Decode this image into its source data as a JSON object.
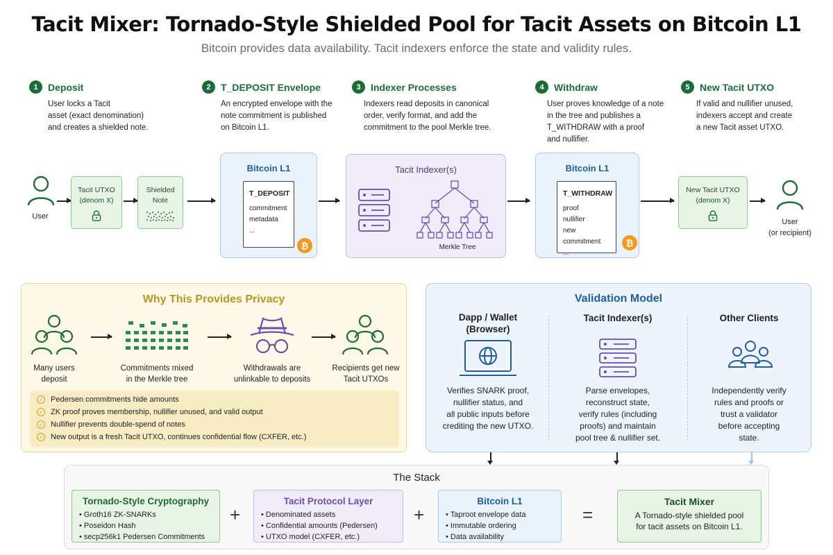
{
  "title": "Tacit Mixer: Tornado-Style Shielded Pool for Tacit Assets on Bitcoin L1",
  "subtitle": "Bitcoin provides data availability. Tacit indexers enforce the state and validity rules.",
  "steps": [
    {
      "num": "1",
      "title": "Deposit",
      "desc": [
        "User locks a Tacit",
        "asset (exact denomination)",
        "and creates a shielded note."
      ]
    },
    {
      "num": "2",
      "title": "T_DEPOSIT Envelope",
      "desc": [
        "An encrypted envelope with the",
        "note commitment is published",
        "on Bitcoin L1."
      ]
    },
    {
      "num": "3",
      "title": "Indexer Processes",
      "desc": [
        "Indexers read deposits in canonical",
        "order, verify format, and add the",
        "commitment to the pool Merkle tree."
      ]
    },
    {
      "num": "4",
      "title": "Withdraw",
      "desc": [
        "User proves knowledge of a note",
        "in the tree and publishes a",
        "T_WITHDRAW with a proof",
        "and nullifier."
      ]
    },
    {
      "num": "5",
      "title": "New Tacit UTXO",
      "desc": [
        "If valid and nullifier unused,",
        "indexers accept and create",
        "a new Tacit asset UTXO."
      ]
    }
  ],
  "flow": {
    "user_label": "User",
    "utxo_box": [
      "Tacit UTXO",
      "(denom X)"
    ],
    "note_box": [
      "Shielded",
      "Note"
    ],
    "btc1_title": "Bitcoin L1",
    "deposit_doc": {
      "title": "T_DEPOSIT",
      "lines": [
        "commitment",
        "metadata",
        "..."
      ]
    },
    "indexer_title": "Tacit Indexer(s)",
    "merkle_label": "Merkle Tree",
    "btc2_title": "Bitcoin L1",
    "withdraw_doc": {
      "title": "T_WITHDRAW",
      "lines": [
        "proof",
        "nullifier",
        "new commitment",
        "..."
      ]
    },
    "new_utxo_box": [
      "New Tacit UTXO",
      "(denom X)"
    ],
    "recipient_label": [
      "User",
      "(or recipient)"
    ],
    "btc_symbol": "₿"
  },
  "privacy": {
    "title": "Why This Provides Privacy",
    "captions": [
      [
        "Many users",
        "deposit"
      ],
      [
        "Commitments mixed",
        "in the Merkle tree"
      ],
      [
        "Withdrawals are",
        "unlinkable to deposits"
      ],
      [
        "Recipients get new",
        "Tacit UTXOs"
      ]
    ],
    "bullets": [
      "Pedersen commitments hide amounts",
      "ZK proof proves membership, nullifier unused, and valid output",
      "Nullifier prevents double-spend of notes",
      "New output is a fresh Tacit UTXO, continues confidential flow (CXFER, etc.)"
    ]
  },
  "validation": {
    "title": "Validation Model",
    "columns": [
      {
        "title": [
          "Dapp / Wallet",
          "(Browser)"
        ],
        "desc": [
          "Verifies SNARK proof,",
          "nullifier status, and",
          "all public inputs before",
          "crediting the new UTXO."
        ]
      },
      {
        "title": [
          "Tacit Indexer(s)"
        ],
        "desc": [
          "Parse envelopes,",
          "reconstruct state,",
          "verify rules (including",
          "proofs) and maintain",
          "pool tree & nullifier set."
        ]
      },
      {
        "title": [
          "Other Clients"
        ],
        "desc": [
          "Independently verify",
          "rules and proofs or",
          "trust a validator",
          "before accepting",
          "state."
        ]
      }
    ]
  },
  "stack": {
    "title": "The Stack",
    "cards": [
      {
        "title": "Tornado-Style Cryptography",
        "items": [
          "Groth16 ZK-SNARKs",
          "Poseidon Hash",
          "secp256k1 Pedersen Commitments"
        ]
      },
      {
        "title": "Tacit Protocol Layer",
        "items": [
          "Denominated assets",
          "Confidential amounts (Pedersen)",
          "UTXO model (CXFER, etc.)"
        ]
      },
      {
        "title": "Bitcoin L1",
        "items": [
          "Taproot envelope data",
          "Immutable ordering",
          "Data availability"
        ]
      }
    ],
    "ops": [
      "+",
      "+",
      "="
    ],
    "result": {
      "title": "Tacit Mixer",
      "desc": [
        "A Tornado-style shielded pool",
        "for tacit assets on Bitcoin L1."
      ]
    }
  },
  "colors": {
    "green": "#1e6b3a",
    "gold": "#c9a227",
    "blue": "#1f5e9c",
    "purple": "#6a4fa8",
    "bitcoin": "#f39a1e"
  }
}
